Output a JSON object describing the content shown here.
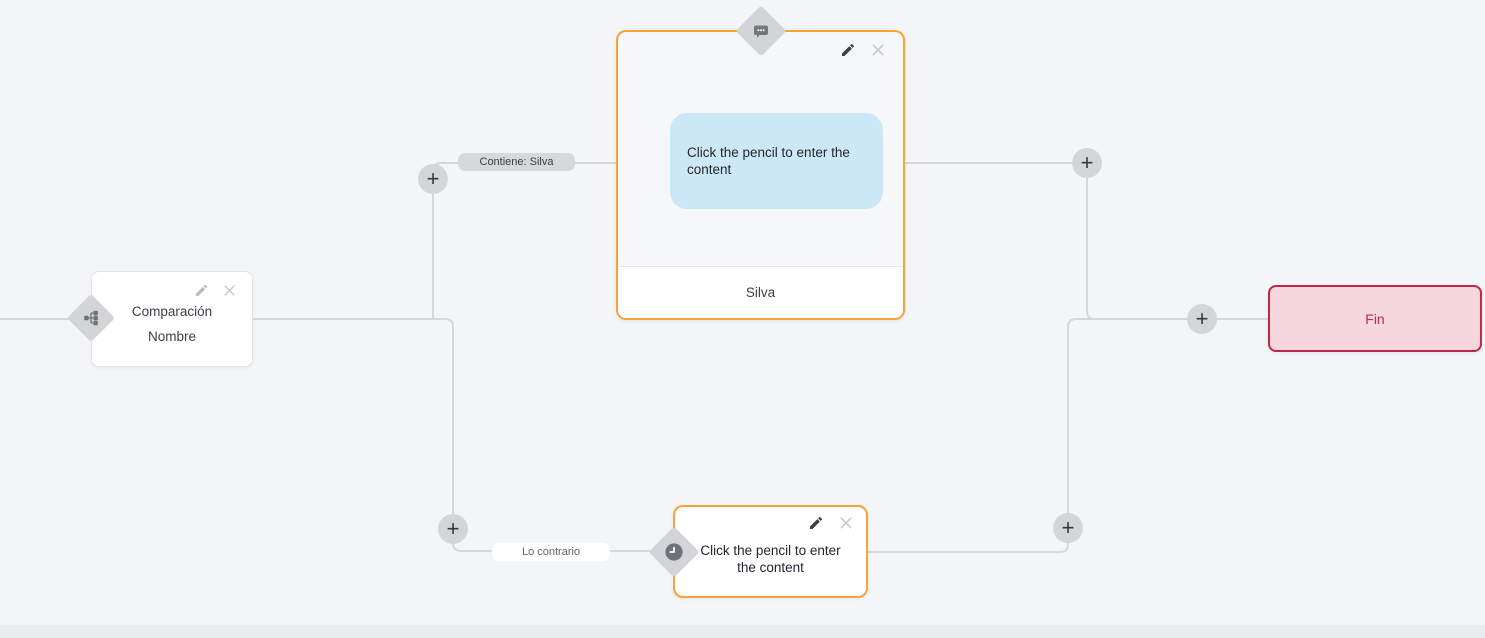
{
  "canvas": {
    "background_color": "#f4f5f7",
    "connector_color": "#d6d7da",
    "bottom_strip_color": "#eaecef"
  },
  "nodes": {
    "comparison": {
      "type_icon": "branch-icon",
      "title": "Comparación",
      "subtitle": "Nombre",
      "edit_icon": "pencil-icon",
      "delete_icon": "close-icon"
    },
    "message": {
      "type_icon": "chat-bubble-icon",
      "accent_color": "#f8a23a",
      "bubble_color": "#cce8f7",
      "bubble_text": "Click the pencil to enter the content",
      "footer_text": "Silva",
      "edit_icon": "pencil-icon",
      "delete_icon": "close-icon"
    },
    "placeholder": {
      "type_icon": "clock-icon",
      "accent_color": "#f8a23a",
      "text": "Click the pencil to enter the content",
      "edit_icon": "pencil-icon",
      "delete_icon": "close-icon"
    },
    "end": {
      "label": "Fin",
      "background_color": "#f6d7dd",
      "border_color": "#b92a4c",
      "text_color": "#b92a4c"
    }
  },
  "edges": {
    "condition_true_label": "Contiene: Silva",
    "condition_false_label": "Lo contrario"
  },
  "add_button_label": "+"
}
